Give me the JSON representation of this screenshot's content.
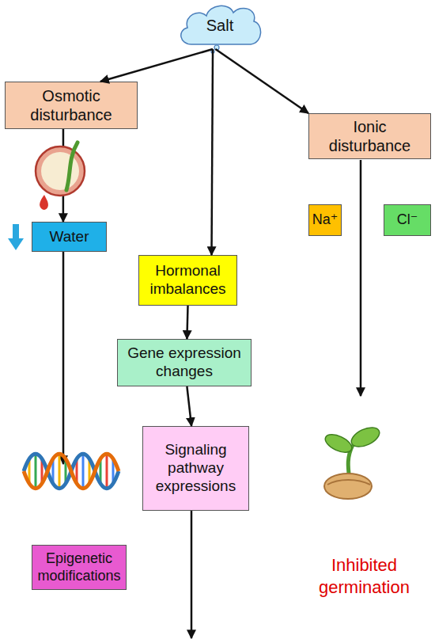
{
  "diagram": {
    "nodes": [
      {
        "text": [
          "Salt"
        ]
      },
      {
        "text": [
          "Osmotic disturbance"
        ]
      },
      {
        "text": [
          "Ionic disturbance"
        ]
      },
      {
        "text": [
          "Water"
        ]
      },
      {
        "text": [
          "Na⁺"
        ]
      },
      {
        "text": [
          "Cl⁻"
        ]
      },
      {
        "text": [
          "Hormonal imbalances"
        ]
      },
      {
        "text": [
          "Gene expression changes"
        ]
      },
      {
        "text": [
          "Signaling pathway expressions"
        ]
      },
      {
        "text": [
          "Epigenetic modifications"
        ]
      }
    ],
    "edges": [
      {
        "from": 0,
        "to": 1,
        "arrow": "to"
      },
      {
        "from": 0,
        "to": 6,
        "arrow": "to"
      },
      {
        "from": 0,
        "to": 2,
        "arrow": "to"
      },
      {
        "from": 1,
        "to": 3,
        "arrow": "to"
      },
      {
        "from": 6,
        "to": 7,
        "arrow": "to"
      },
      {
        "from": 7,
        "to": 8,
        "arrow": "to"
      }
    ],
    "labels": [
      "Inhibited germination"
    ]
  }
}
